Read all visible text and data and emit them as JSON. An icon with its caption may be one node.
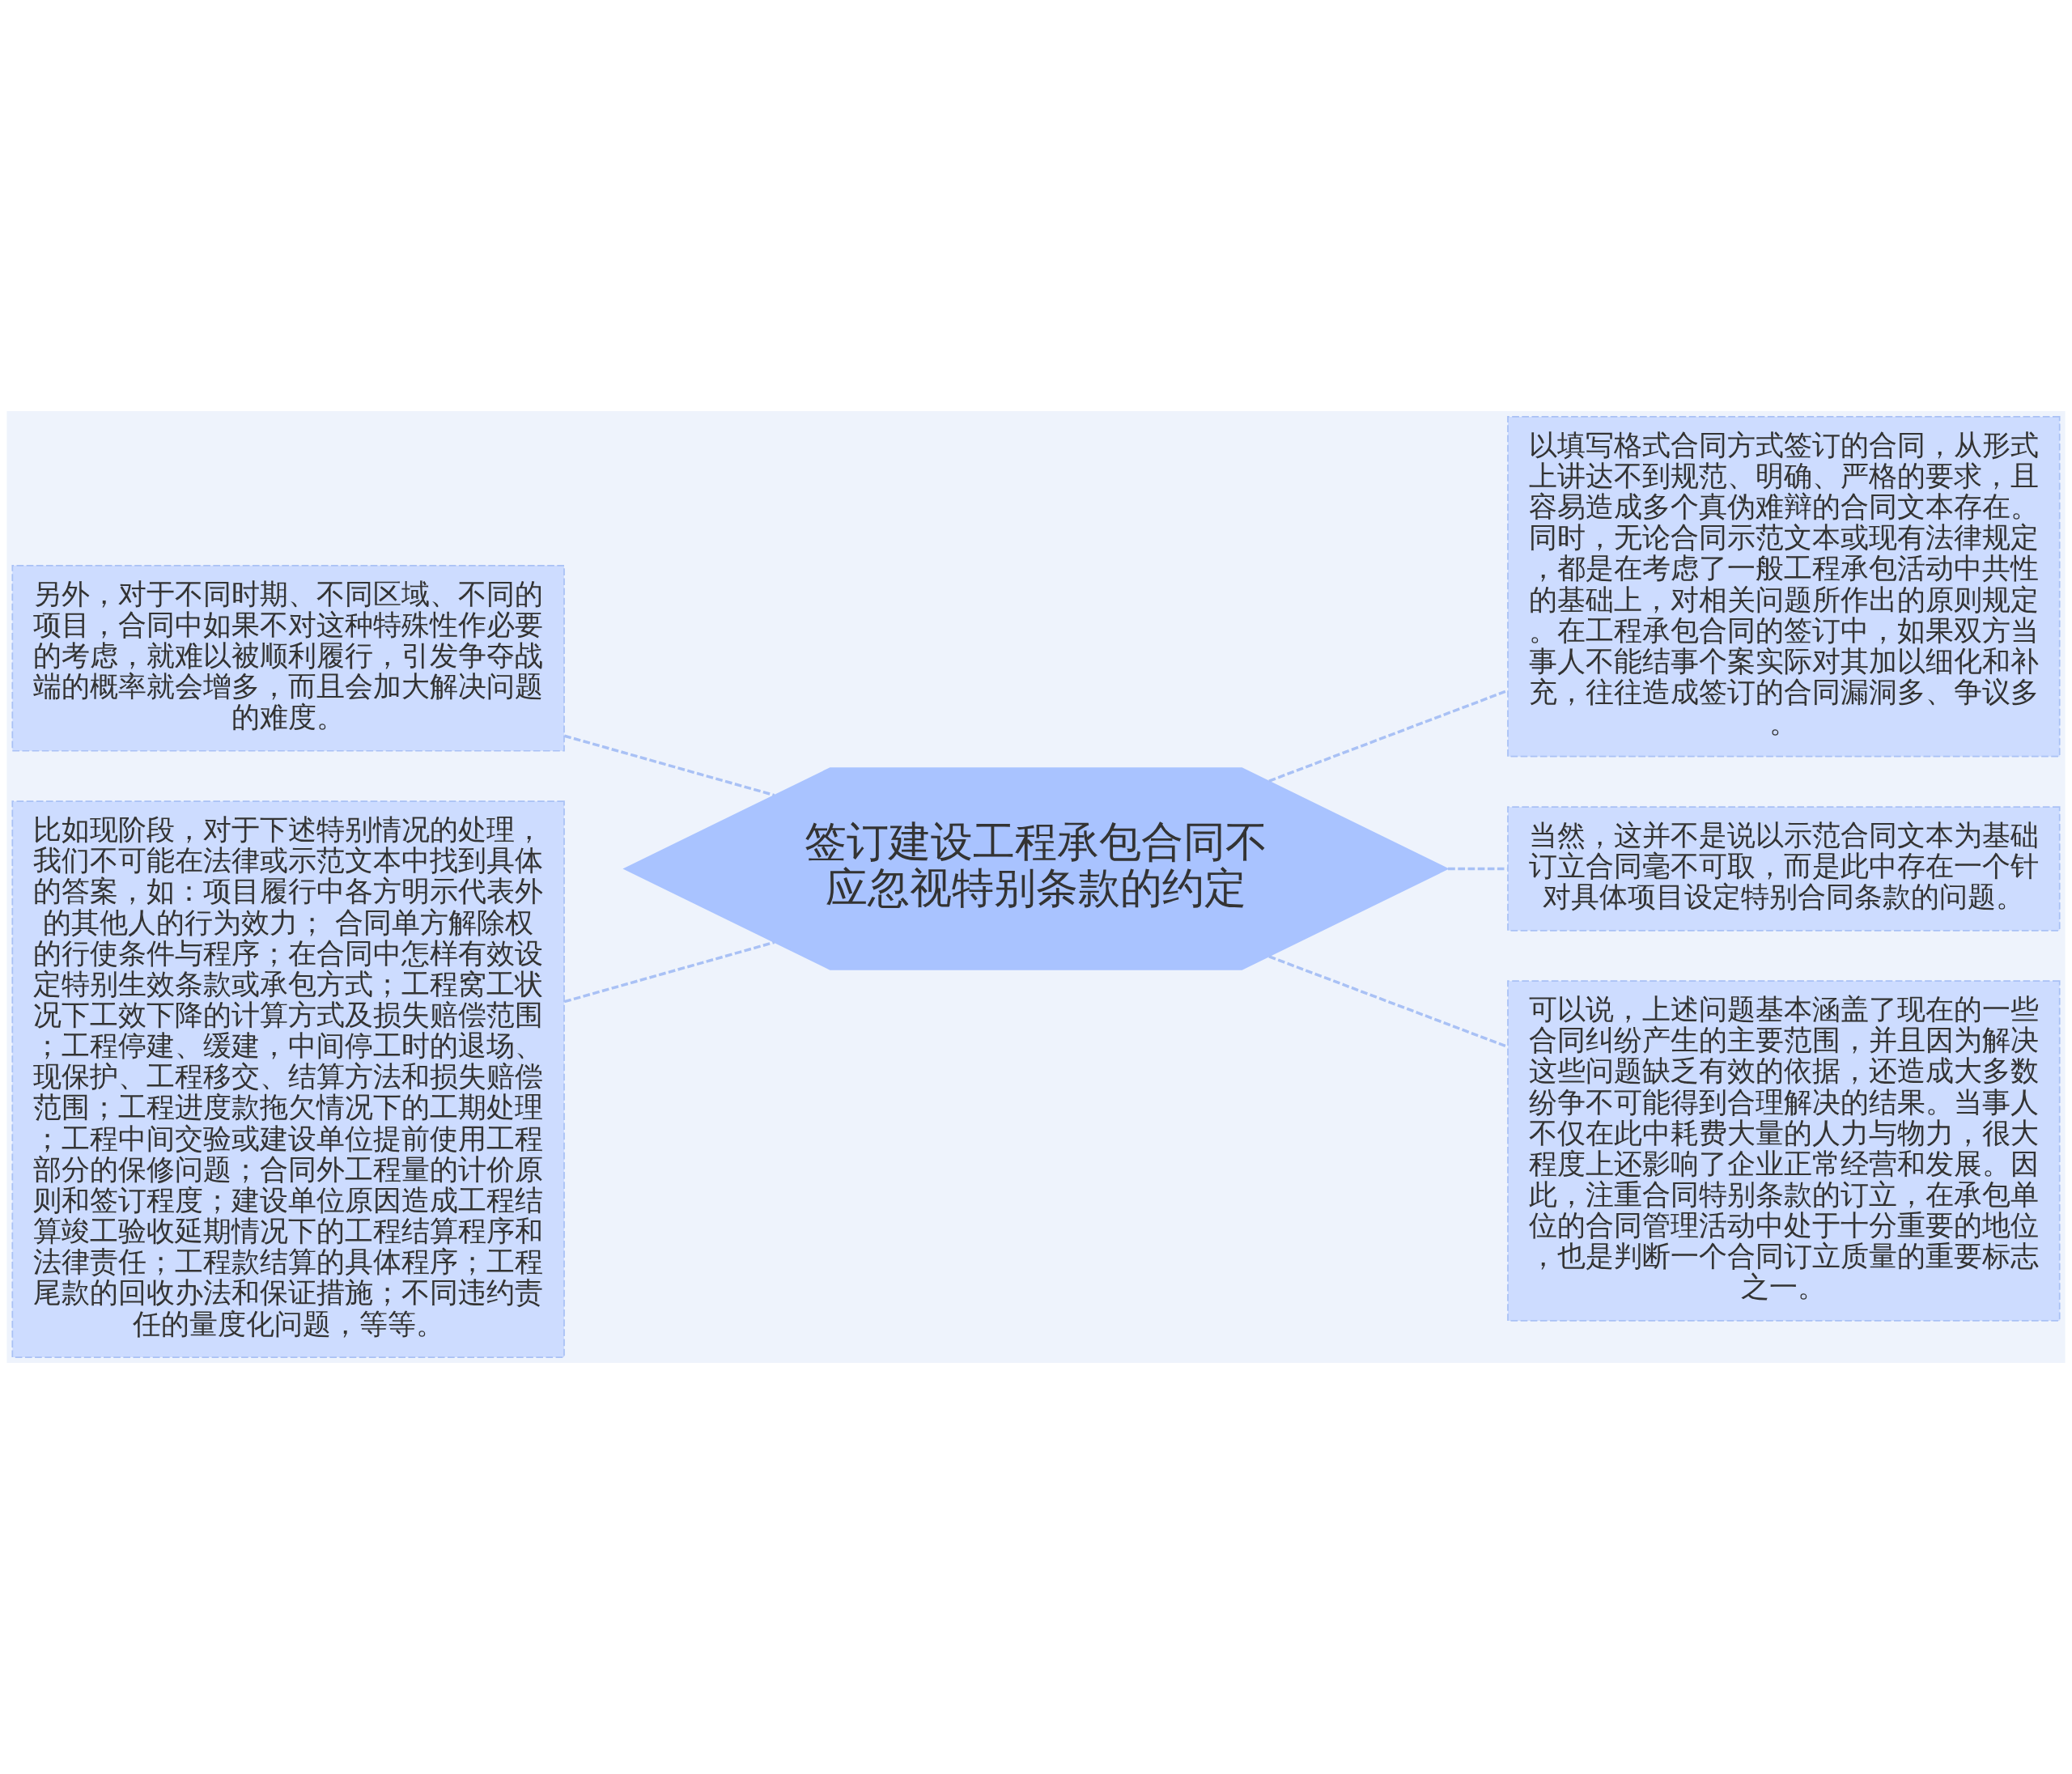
{
  "diagram": {
    "nodes": [
      {
        "text": [
          "另外，对于不同时期、不同区域、不同的项目，合同中如果不对这种特殊性作必要的考虑，就难以被顺利履行，引发争夺战端的概率就会增多，而且会加大解决问题的难度。"
        ]
      },
      {
        "text": [
          "比如现阶段，对于下述特别情况的处理，我们不可能在法律或示范文本中找到具体的答案，如：项目履行中各方明示代表外的其他人的行为效力； 合同单方解除权的行使条件与程序；在合同中怎样有效设定特别生效条款或承包方式；工程窝工状况下工效下降的计算方式及损失赔偿范围；工程停建、缓建，中间停工时的退场、现保护、工程移交、结算方法和损失赔偿范围；工程进度款拖欠情况下的工期处理；工程中间交验或建设单位提前使用工程部分的保修问题；合同外工程量的计价原则和签订程度；建设单位原因造成工程结算竣工验收延期情况下的工程结算程序和法律责任；工程款结算的具体程序；工程尾款的回收办法和保证措施；不同违约责任的量度化问题，等等。"
        ]
      },
      {
        "text": [
          "签订建设工程承包合同不应忽视特别条款的约定"
        ]
      },
      {
        "text": [
          "以填写格式合同方式签订的合同，从形式上讲达不到规范、明确、严格的要求，且容易造成多个真伪难辩的合同文本存在。同时，无论合同示范文本或现有法律规定，都是在考虑了一般工程承包活动中共性的基础上，对相关问题所作出的原则规定。在工程承包合同的签订中，如果双方当事人不能结事个案实际对其加以细化和补充，往往造成签订的合同漏洞多、争议多。"
        ]
      },
      {
        "text": [
          "当然，这并不是说以示范合同文本为基础订立合同毫不可取，而是此中存在一个针对具体项目设定特别合同条款的问题。"
        ]
      },
      {
        "text": [
          "可以说，上述问题基本涵盖了现在的一些合同纠纷产生的主要范围，并且因为解决这些问题缺乏有效的依据，还造成大多数纷争不可能得到合理解决的结果。当事人不仅在此中耗费大量的人力与物力，很大程度上还影响了企业正常经营和发展。因此，注重合同特别条款的订立，在承包单位的合同管理活动中处于十分重要的地位，也是判断一个合同订立质量的重要标志之一。"
        ]
      }
    ],
    "edges": [
      {
        "from": 0,
        "to": 2,
        "arrow": "none",
        "style": "dashed"
      },
      {
        "from": 1,
        "to": 2,
        "arrow": "none",
        "style": "dashed"
      },
      {
        "from": 2,
        "to": 3,
        "arrow": "none",
        "style": "dashed"
      },
      {
        "from": 2,
        "to": 4,
        "arrow": "none",
        "style": "dashed"
      },
      {
        "from": 2,
        "to": 5,
        "arrow": "none",
        "style": "dashed"
      }
    ]
  }
}
